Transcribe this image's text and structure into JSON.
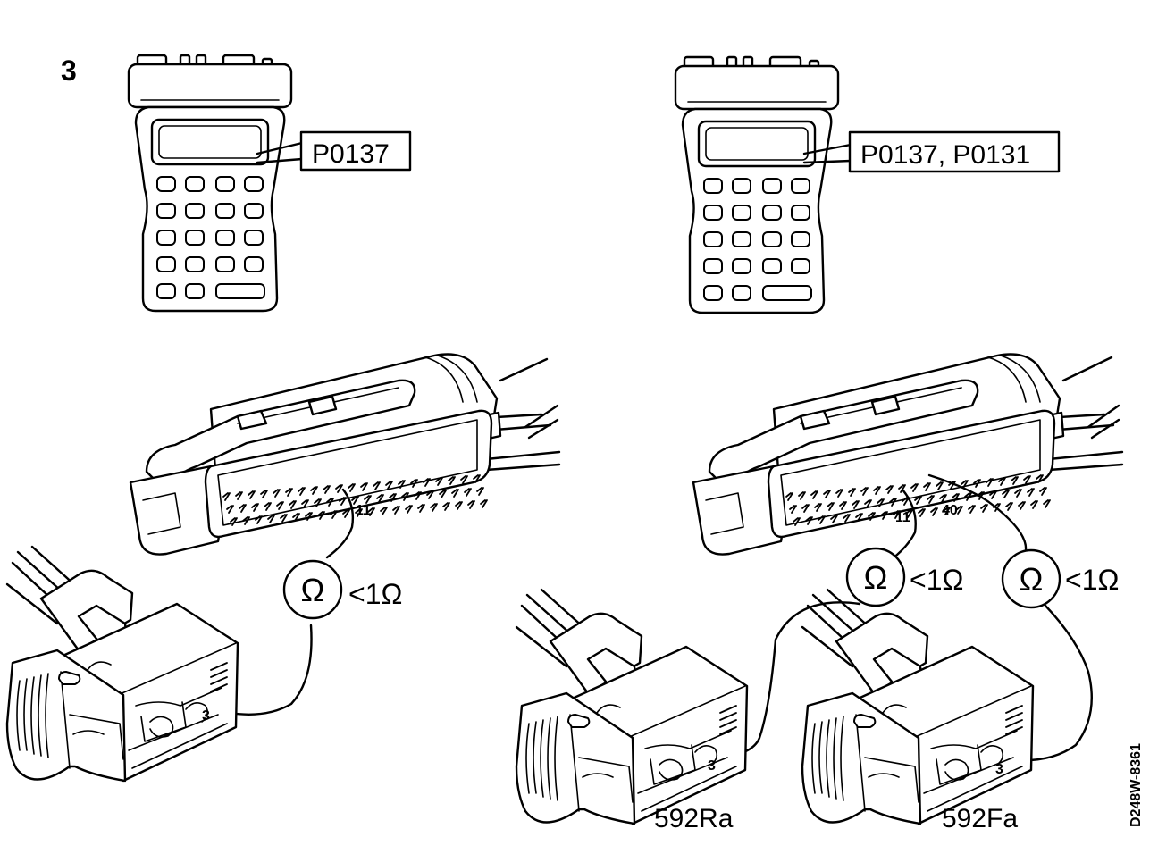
{
  "figure_number": "3",
  "reference_code": "D248W-8361",
  "left_panel": {
    "display_code": "P0137",
    "pin_label": "11",
    "meter_symbol": "Ω",
    "resistance_reading": "<1Ω",
    "connector_pin": "3"
  },
  "right_panel": {
    "display_code": "P0137, P0131",
    "meter_a": {
      "pin_label": "11",
      "symbol": "Ω",
      "reading": "<1Ω",
      "connector_pin": "3",
      "connector_label": "592Ra"
    },
    "meter_b": {
      "pin_label": "40",
      "symbol": "Ω",
      "reading": "<1Ω",
      "connector_pin": "3",
      "connector_label": "592Fa"
    }
  }
}
